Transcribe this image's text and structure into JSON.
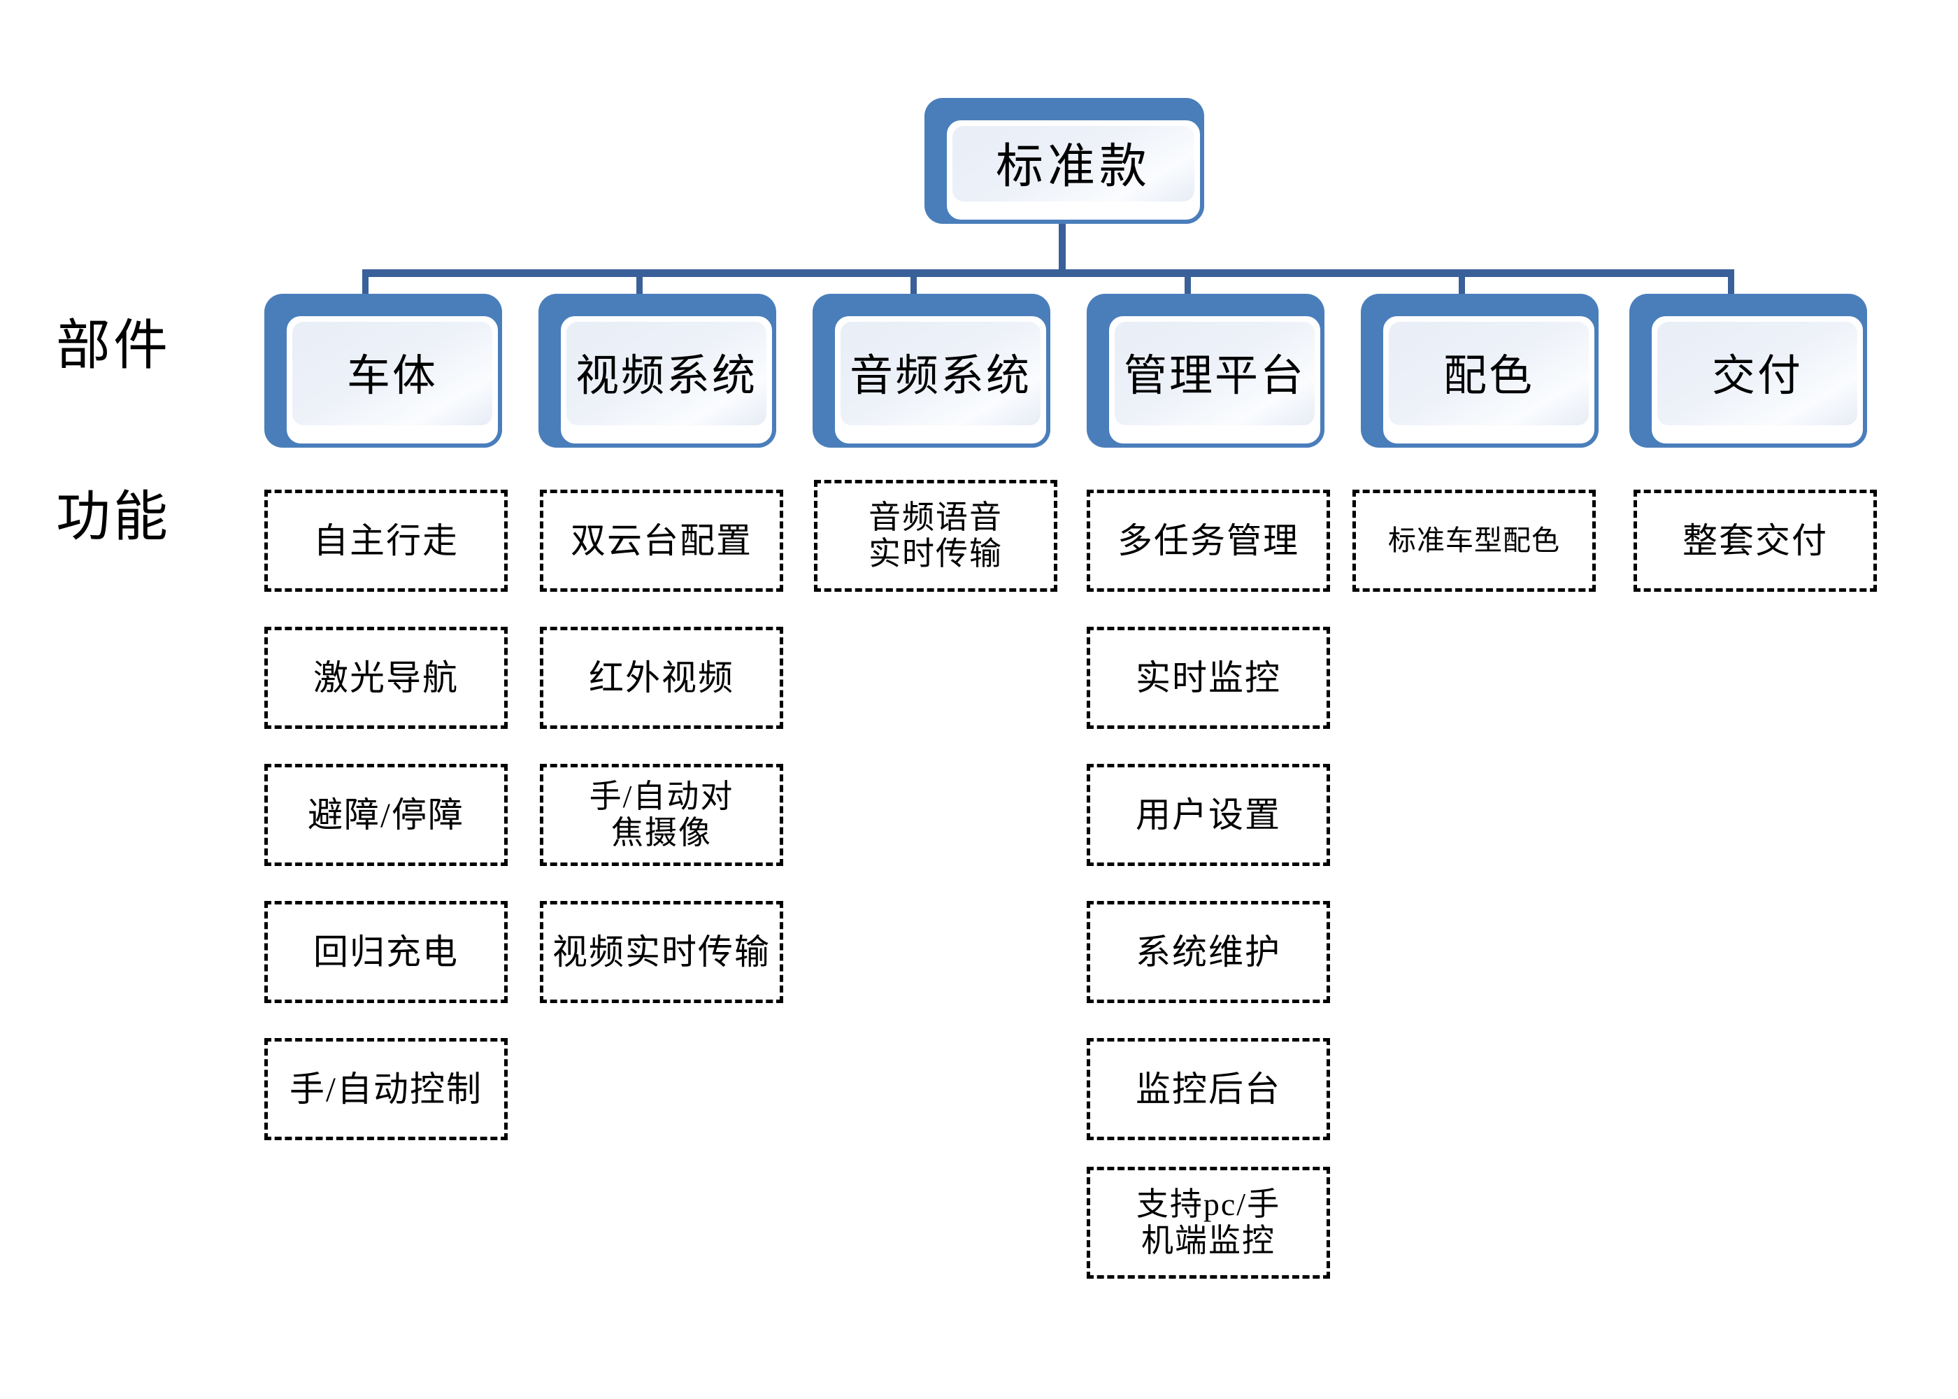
{
  "diagram": {
    "type": "org-tree",
    "root": {
      "label": "标准款"
    },
    "row_labels": [
      {
        "id": "components",
        "label": "部件"
      },
      {
        "id": "functions",
        "label": "功能"
      }
    ],
    "colors": {
      "node_shadow_blue": "#4A7EBB",
      "node_border_blue": "#4A7EBB",
      "node_fill_light": "#EDF1F8",
      "connector_blue": "#3A6099",
      "function_box_border": "#000000",
      "text": "#000000",
      "background": "#FFFFFF"
    },
    "components": [
      {
        "id": "vehicle-body",
        "label": "车体",
        "functions": [
          {
            "label": "自主行走"
          },
          {
            "label": "激光导航"
          },
          {
            "label": "避障/停障"
          },
          {
            "label": "回归充电"
          },
          {
            "label": "手/自动控制"
          }
        ]
      },
      {
        "id": "video-system",
        "label": "视频系统",
        "functions": [
          {
            "label": "双云台配置"
          },
          {
            "label": "红外视频"
          },
          {
            "label": "手/自动对\n焦摄像",
            "lines": 2
          },
          {
            "label": "视频实时传输"
          }
        ]
      },
      {
        "id": "audio-system",
        "label": "音频系统",
        "functions": [
          {
            "label": "音频语音\n实时传输",
            "lines": 2
          }
        ]
      },
      {
        "id": "management-platform",
        "label": "管理平台",
        "functions": [
          {
            "label": "多任务管理"
          },
          {
            "label": "实时监控"
          },
          {
            "label": "用户设置"
          },
          {
            "label": "系统维护"
          },
          {
            "label": "监控后台"
          },
          {
            "label": "支持pc/手\n机端监控",
            "lines": 2
          }
        ]
      },
      {
        "id": "color-scheme",
        "label": "配色",
        "functions": [
          {
            "label": "标准车型配色",
            "small": true
          }
        ]
      },
      {
        "id": "delivery",
        "label": "交付",
        "functions": [
          {
            "label": "整套交付"
          }
        ]
      }
    ]
  }
}
